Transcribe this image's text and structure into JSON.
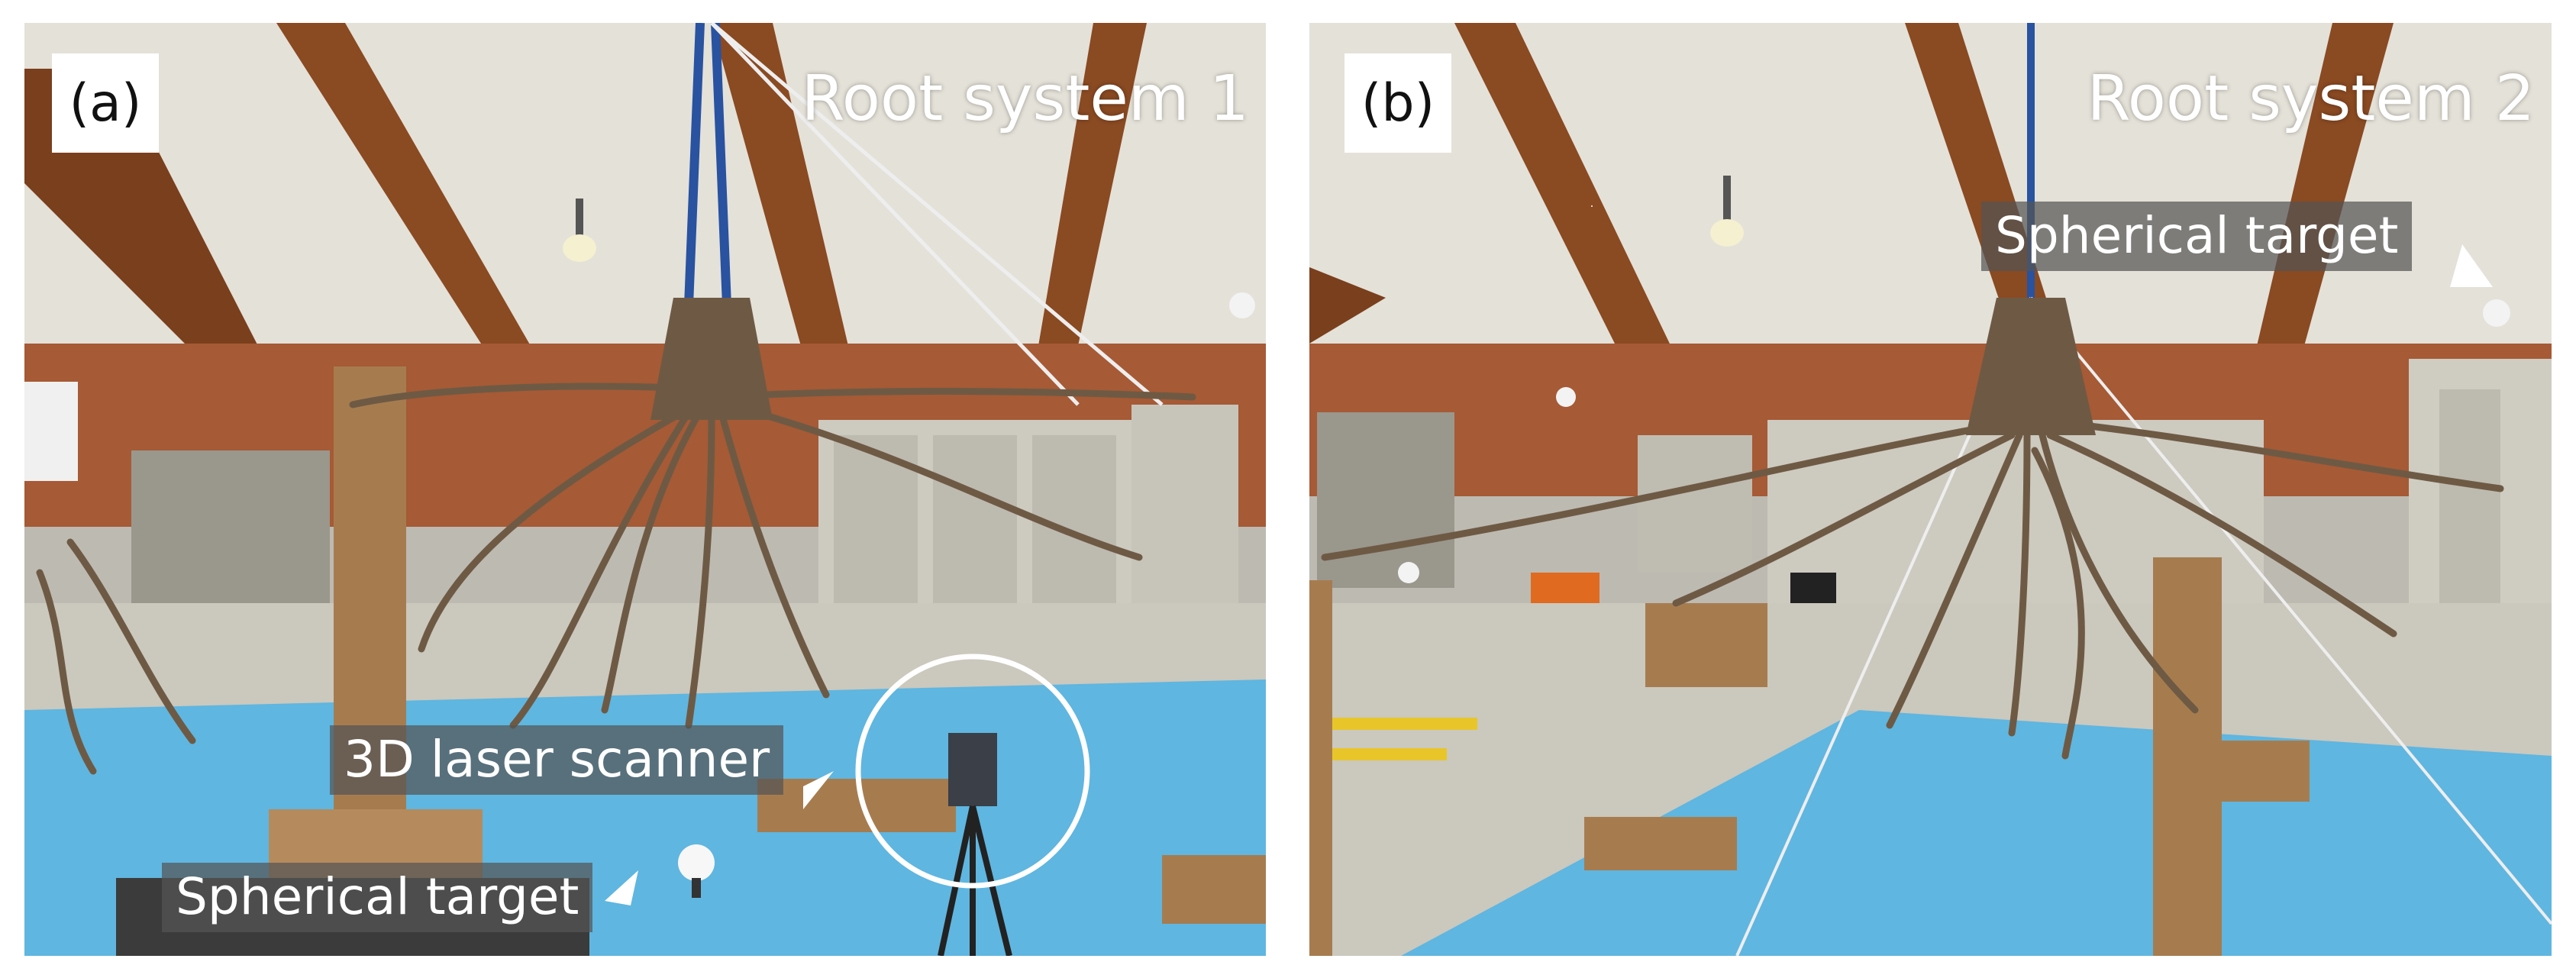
{
  "panels": [
    {
      "letter": "(a)",
      "title": "Root system 1",
      "callouts": [
        "3D laser scanner",
        "Spherical target"
      ]
    },
    {
      "letter": "(b)",
      "title": "Root system 2",
      "callouts": [
        "Spherical target"
      ]
    }
  ],
  "colors": {
    "floor_tarp": "#5fb6e0",
    "roof_beam": "#8a4a22",
    "ceiling": "#e6e3da",
    "wall": "#a65a35",
    "wood_post": "#a67c4f",
    "roots": "#6e5a44",
    "annotation_bg": "#555555"
  }
}
